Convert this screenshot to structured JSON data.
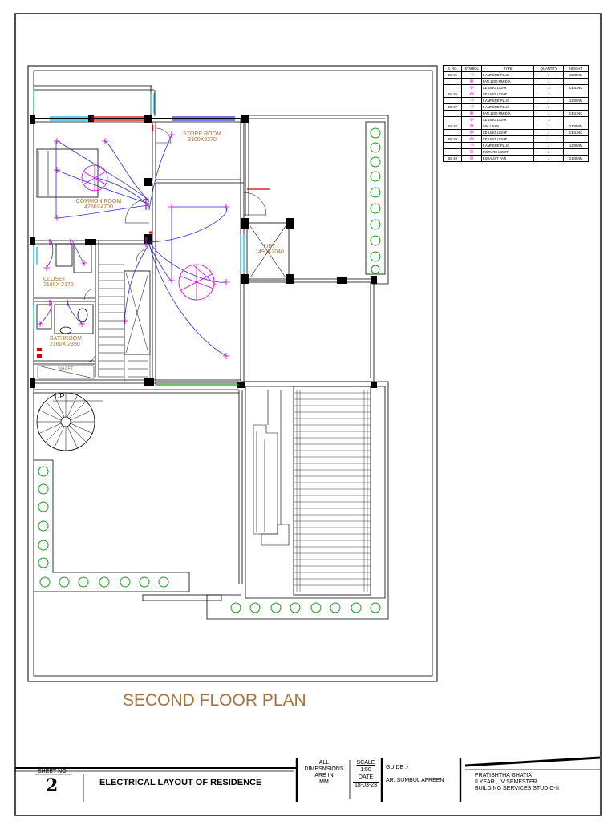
{
  "rooms": {
    "store_room": {
      "name": "STORE ROOM",
      "size": "3300X2270"
    },
    "common_room": {
      "name": "COMMON ROOM",
      "size": "4280X4700"
    },
    "closet": {
      "name": "CLOSET",
      "size": "2160X 2170"
    },
    "bathroom": {
      "name": "BATHROOM",
      "size": "2160X 2350"
    },
    "shaft": {
      "name": "SHAFT"
    },
    "lift": {
      "name": "LIFT",
      "size": "1490X2040"
    },
    "stair_label": "UP"
  },
  "legend": {
    "headers": [
      "S. NO.",
      "SYMBOL",
      "TYPE",
      "QUANTITY",
      "HEIGHT"
    ],
    "rows": [
      {
        "sno": "SB 35",
        "type": "5 AMPERE PLUG",
        "qty": "1",
        "height": "1200MM"
      },
      {
        "sno": "",
        "type": "FAN 1200 MM DIA",
        "qty": "1",
        "height": ""
      },
      {
        "sno": "",
        "type": "CEILING LIGHT",
        "qty": "3",
        "height": "CEILING"
      },
      {
        "sno": "SB 36",
        "type": "CEILING LIGHT",
        "qty": "2",
        "height": ""
      },
      {
        "sno": "",
        "type": "5 AMPERE PLUG",
        "qty": "1",
        "height": "1200MM"
      },
      {
        "sno": "SB 37",
        "type": "5 AMPERE PLUG",
        "qty": "1",
        "height": ""
      },
      {
        "sno": "",
        "type": "FAN 1200 MM DIA",
        "qty": "1",
        "height": "CEILING"
      },
      {
        "sno": "",
        "type": "CEILING LIGHT",
        "qty": "3",
        "height": ""
      },
      {
        "sno": "SB 38",
        "type": "WALL FAN",
        "qty": "1",
        "height": "2100MM"
      },
      {
        "sno": "",
        "type": "CEILING LIGHT",
        "qty": "1",
        "height": "CEILING"
      },
      {
        "sno": "SB 39",
        "type": "CEILING LIGHT",
        "qty": "1",
        "height": ""
      },
      {
        "sno": "",
        "type": "5 AMPERE PLUG",
        "qty": "1",
        "height": "1200MM"
      },
      {
        "sno": "",
        "type": "PICTURE LIGHT",
        "qty": "1",
        "height": ""
      },
      {
        "sno": "SB 40",
        "type": "EXHAUST FAN",
        "qty": "1",
        "height": "2100MM"
      }
    ]
  },
  "title": "SECOND FLOOR PLAN",
  "title_block": {
    "sheet_label": "SHEET NO.",
    "sheet_number": "2",
    "drawing_title": "ELECTRICAL LAYOUT OF RESIDENCE",
    "dims_line1": "ALL",
    "dims_line2": "DIMESNSIONS",
    "dims_line3": "ARE IN",
    "dims_line4": "MM",
    "scale_label": "SCALE",
    "scale_value": "1:50",
    "date_label": "DATE",
    "date_value": "18-03-23",
    "guide_label": "GUIDE :-",
    "guide_name": "AR. SUMBUL AFREEN",
    "student_name": "PRATISHTHA GHATIA",
    "student_year": "II YEAR , IV SEMESTER",
    "course": "BUILDING SERVICES STUDIO-II"
  },
  "colors": {
    "wiring": "#2b2bd6",
    "fixture": "#d400d4",
    "window": "#00b4e6",
    "plant": "#1a9a1a",
    "door": "#d40000",
    "title": "#a5733e"
  }
}
